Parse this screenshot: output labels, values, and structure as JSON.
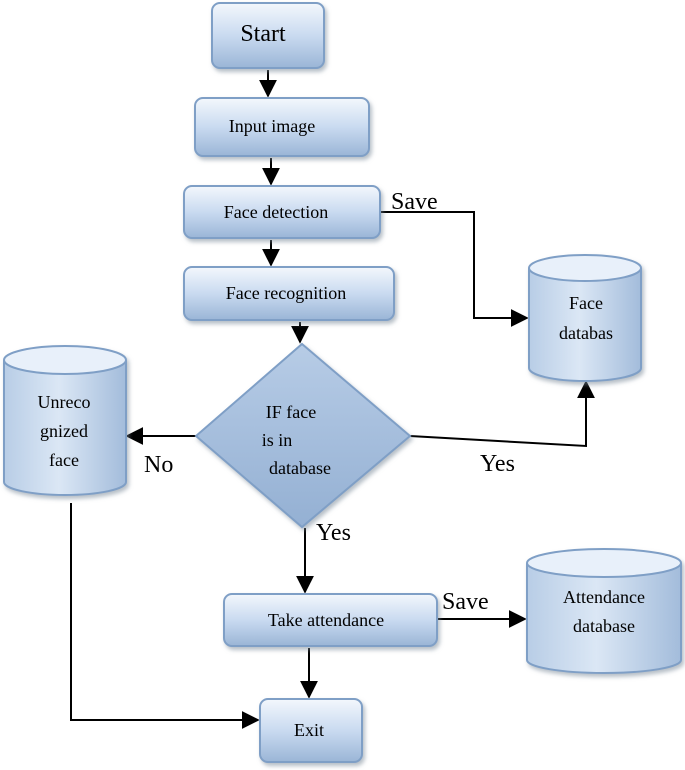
{
  "nodes": {
    "start": "Start",
    "input_image": "Input image",
    "face_detection": "Face detection",
    "face_recognition": "Face recognition",
    "decision": [
      "IF face",
      "is in",
      "database"
    ],
    "take_attendance": "Take attendance",
    "exit": "Exit",
    "face_database": [
      "Face",
      "databas"
    ],
    "attendance_database": [
      "Attendance",
      "database"
    ],
    "unrecognized_face": [
      "Unreco",
      "gnized",
      "face"
    ]
  },
  "edges": {
    "save_1": "Save",
    "save_2": "Save",
    "no": "No",
    "yes_right": "Yes",
    "yes_down": "Yes"
  },
  "colors": {
    "box_top": "#e8f0fa",
    "box_bottom": "#9bb6d6",
    "border": "#7f9fc6",
    "line": "#000000"
  }
}
